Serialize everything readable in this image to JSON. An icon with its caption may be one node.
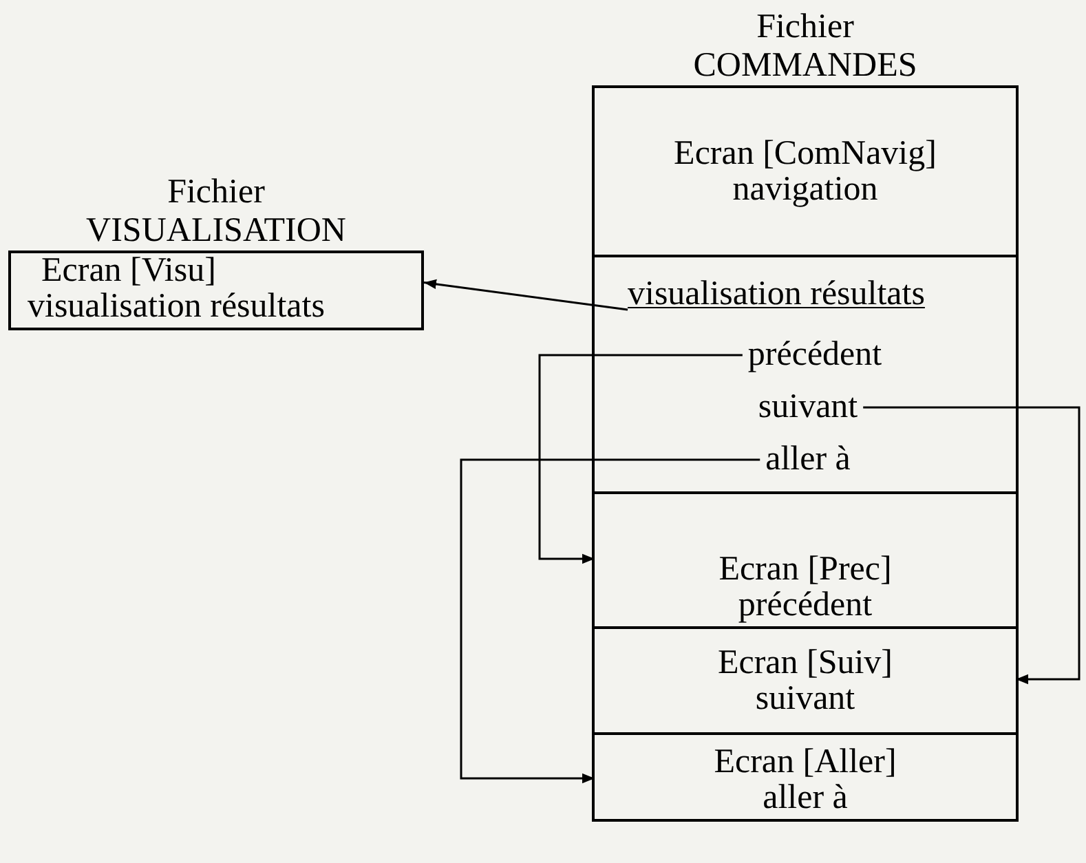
{
  "diagram": {
    "nodes": [
      {
        "text": [
          "Fichier VISUALISATION",
          "Ecran [Visu]",
          "visualisation résultats"
        ]
      },
      {
        "text": [
          "Fichier COMMANDES"
        ]
      },
      {
        "text": [
          "Ecran [ComNavig]",
          "navigation"
        ],
        "in": 1
      },
      {
        "text": [],
        "shape": "box",
        "in": 1
      },
      {
        "text": [
          "visualisation résultats"
        ],
        "in": 3
      },
      {
        "text": [
          "précédent"
        ],
        "in": 3
      },
      {
        "text": [
          "suivant"
        ],
        "in": 3
      },
      {
        "text": [
          "aller à"
        ],
        "in": 3
      },
      {
        "text": [
          "Ecran [Prec]",
          "précédent"
        ],
        "in": 1
      },
      {
        "text": [
          "Ecran [Suiv]",
          "suivant"
        ],
        "in": 1
      },
      {
        "text": [
          "Ecran [Aller]",
          "aller à"
        ],
        "in": 1
      }
    ],
    "edges": [
      {
        "from": 4,
        "to": 0,
        "arrow": "to"
      },
      {
        "from": 5,
        "to": 8,
        "arrow": "to"
      },
      {
        "from": 6,
        "to": 9,
        "arrow": "to"
      },
      {
        "from": 7,
        "to": 10,
        "arrow": "to"
      }
    ]
  }
}
